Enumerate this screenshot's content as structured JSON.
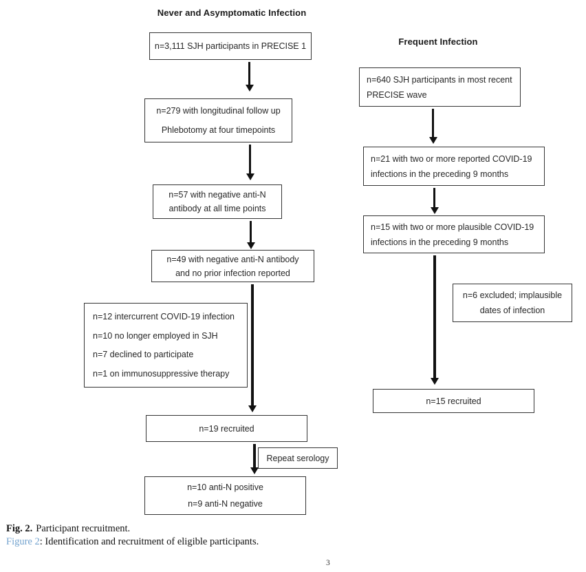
{
  "figure": {
    "left": {
      "title": "Never and Asymptomatic Infection",
      "boxes": [
        {
          "lines": [
            "n=3,111 SJH participants in PRECISE 1"
          ]
        },
        {
          "lines": [
            "n=279 with longitudinal follow up",
            "Phlebotomy at four timepoints"
          ]
        },
        {
          "lines": [
            "n=57 with negative anti-N",
            "antibody at all time points"
          ]
        },
        {
          "lines": [
            "n=49 with negative anti-N antibody",
            "and no prior infection reported"
          ]
        },
        {
          "lines": [
            "n=12 intercurrent COVID-19 infection",
            "n=10 no longer employed in SJH",
            "n=7 declined to participate",
            "n=1 on immunosuppressive therapy"
          ]
        },
        {
          "lines": [
            "n=19 recruited"
          ]
        },
        {
          "lines": [
            "Repeat serology"
          ]
        },
        {
          "lines": [
            "n=10 anti-N positive",
            "n=9 anti-N negative"
          ]
        }
      ]
    },
    "right": {
      "title": "Frequent Infection",
      "boxes": [
        {
          "lines": [
            "n=640 SJH participants in most recent",
            "PRECISE wave"
          ]
        },
        {
          "lines": [
            "n=21 with two or more reported COVID-19",
            "infections in the preceding 9 months"
          ]
        },
        {
          "lines": [
            "n=15 with two or more plausible COVID-19",
            "infections in the preceding 9 months"
          ]
        },
        {
          "lines": [
            "n=6 excluded; implausible",
            "dates of infection"
          ]
        },
        {
          "lines": [
            "n=15 recruited"
          ]
        }
      ]
    },
    "caption": {
      "label": "Fig. 2.",
      "text": "Participant recruitment.",
      "alt_label": "Figure 2",
      "alt_text": ": Identification and recruitment of eligible participants."
    },
    "page_number": "3",
    "colors": {
      "link_blue": "#74a3cf",
      "box_border": "#333333"
    }
  }
}
